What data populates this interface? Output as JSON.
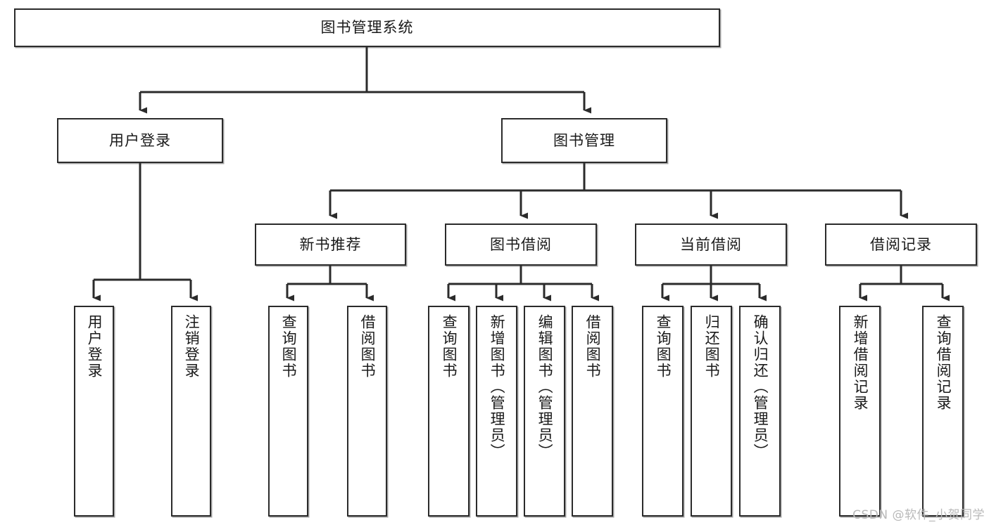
{
  "diagram": {
    "title": "图书管理系统",
    "type": "tree-hierarchy-chart",
    "stroke_color": "#2b2b2b",
    "fill_color": "#ffffff",
    "root": {
      "id": "root",
      "label": "图书管理系统"
    },
    "level2": [
      {
        "id": "user-login",
        "label": "用户登录"
      },
      {
        "id": "book-manage",
        "label": "图书管理"
      }
    ],
    "level3": [
      {
        "id": "new-book-recommend",
        "label": "新书推荐"
      },
      {
        "id": "book-borrow",
        "label": "图书借阅"
      },
      {
        "id": "current-borrow",
        "label": "当前借阅"
      },
      {
        "id": "borrow-record",
        "label": "借阅记录"
      }
    ],
    "leaves": {
      "user_login": [
        {
          "id": "leaf-user-login",
          "label": "用户登录"
        },
        {
          "id": "leaf-logout",
          "label": "注销登录"
        }
      ],
      "new_book_recommend": [
        {
          "id": "leaf-query-book-1",
          "label": "查询图书"
        },
        {
          "id": "leaf-borrow-book-1",
          "label": "借阅图书"
        }
      ],
      "book_borrow": [
        {
          "id": "leaf-query-book-2",
          "label": "查询图书"
        },
        {
          "id": "leaf-add-book",
          "label": "新增图书（管理员）"
        },
        {
          "id": "leaf-edit-book",
          "label": "编辑图书（管理员）"
        },
        {
          "id": "leaf-borrow-book-2",
          "label": "借阅图书"
        }
      ],
      "current_borrow": [
        {
          "id": "leaf-query-book-3",
          "label": "查询图书"
        },
        {
          "id": "leaf-return-book",
          "label": "归还图书"
        },
        {
          "id": "leaf-confirm-return",
          "label": "确认归还（管理员）"
        }
      ],
      "borrow_record": [
        {
          "id": "leaf-add-record",
          "label": "新增借阅记录"
        },
        {
          "id": "leaf-query-record",
          "label": "查询借阅记录"
        }
      ]
    }
  },
  "watermark": {
    "text": "CSDN @软件_小贺同学"
  }
}
